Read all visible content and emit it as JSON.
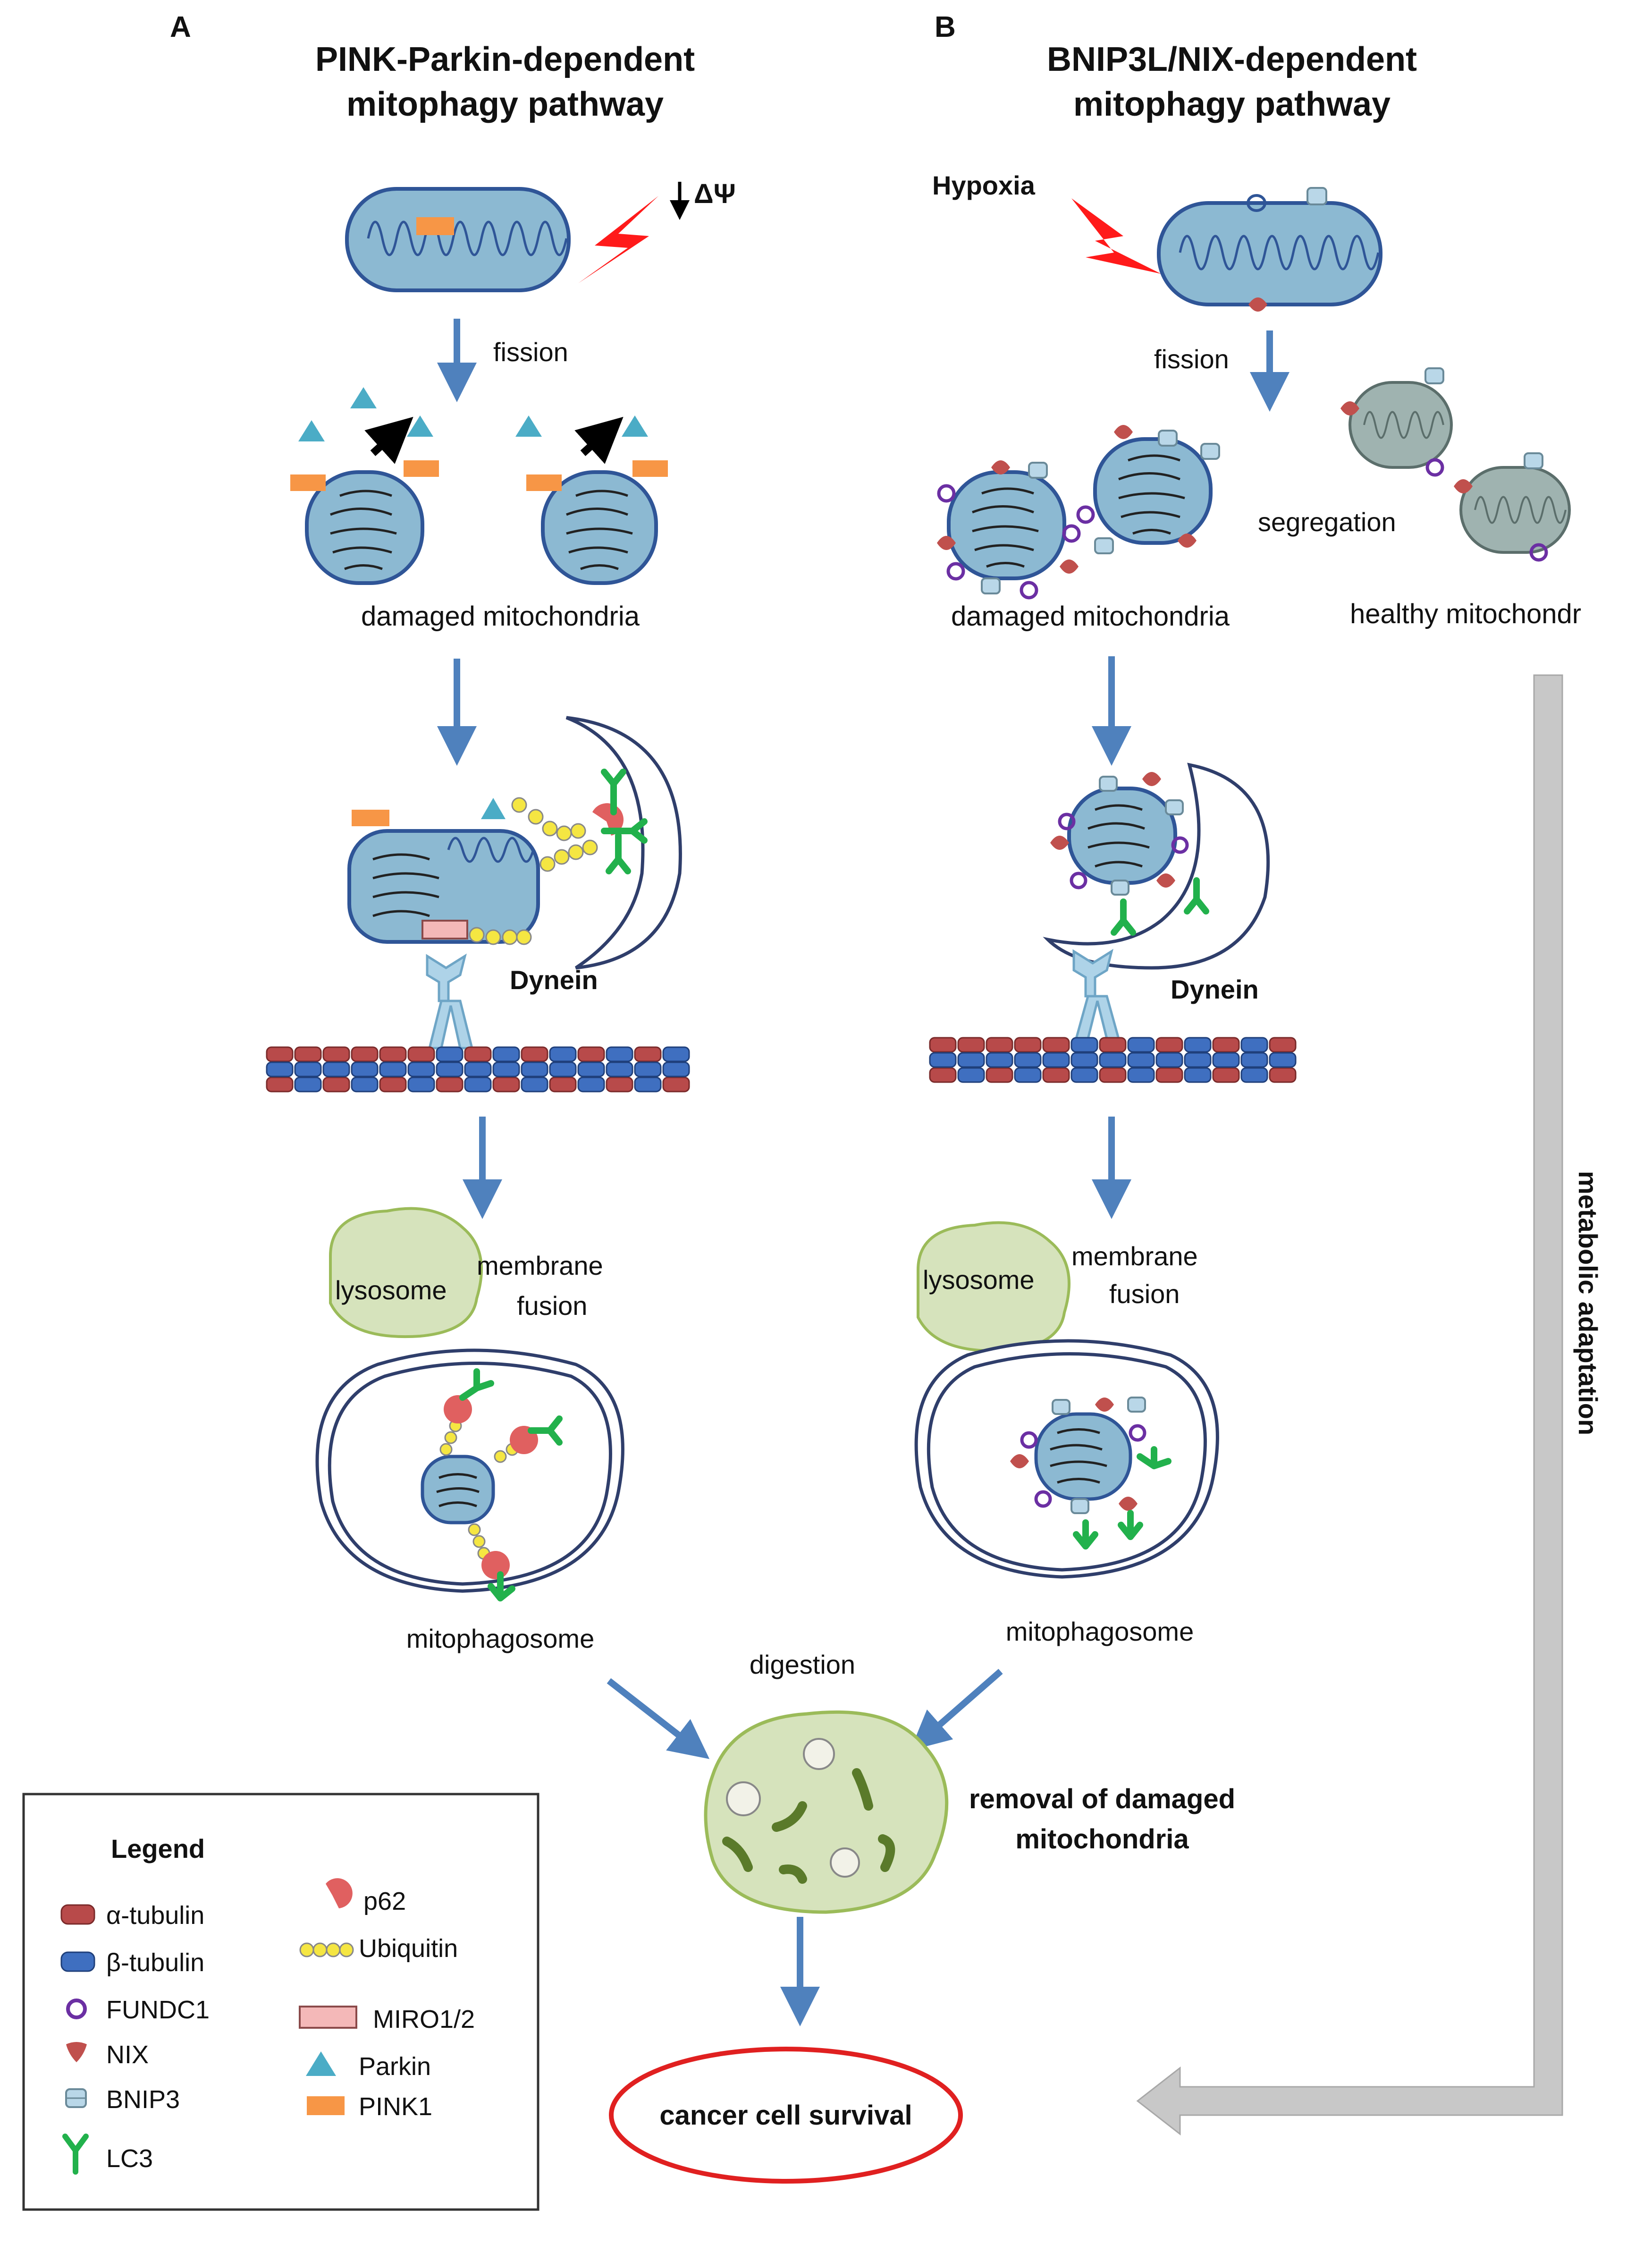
{
  "panel_a": {
    "letter": "A",
    "title_line1": "PINK-Parkin-dependent",
    "title_line2": "mitophagy pathway",
    "potential": "ΔΨ",
    "fission": "fission",
    "damaged": "damaged mitochondria",
    "dynein": "Dynein",
    "lysosome": "lysosome",
    "fusion_line1": "membrane",
    "fusion_line2": "fusion",
    "mitophagosome": "mitophagosome"
  },
  "panel_b": {
    "letter": "B",
    "title_line1": "BNIP3L/NIX-dependent",
    "title_line2": "mitophagy pathway",
    "hypoxia": "Hypoxia",
    "fission": "fission",
    "segregation": "segregation",
    "damaged": "damaged mitochondria",
    "healthy": "healthy mitochondr",
    "dynein": "Dynein",
    "lysosome": "lysosome",
    "fusion_line1": "membrane",
    "fusion_line2": "fusion",
    "mitophagosome": "mitophagosome",
    "metabolic": "metabolic adaptation"
  },
  "bottom": {
    "digestion": "digestion",
    "removal_line1": "removal of damaged",
    "removal_line2": "mitochondria",
    "survival": "cancer cell survival"
  },
  "legend": {
    "title": "Legend",
    "items": [
      {
        "label": "α-tubulin",
        "icon": "alpha-tubulin-icon",
        "color": "#b84a4a"
      },
      {
        "label": "β-tubulin",
        "icon": "beta-tubulin-icon",
        "color": "#3f6fc0"
      },
      {
        "label": "FUNDC1",
        "icon": "fundc1-icon",
        "color": "#6b2fa3"
      },
      {
        "label": "NIX",
        "icon": "nix-icon",
        "color": "#c0504d"
      },
      {
        "label": "BNIP3",
        "icon": "bnip3-icon",
        "color": "#b9d7e8"
      },
      {
        "label": "LC3",
        "icon": "lc3-icon",
        "color": "#22b14c"
      },
      {
        "label": "p62",
        "icon": "p62-icon",
        "color": "#e06060"
      },
      {
        "label": "Ubiquitin",
        "icon": "ubiquitin-icon",
        "color": "#f5e642"
      },
      {
        "label": "MIRO1/2",
        "icon": "miro-icon",
        "color": "#f4b8b8"
      },
      {
        "label": "Parkin",
        "icon": "parkin-icon",
        "color": "#4bacc6"
      },
      {
        "label": "PINK1",
        "icon": "pink1-icon",
        "color": "#f79646"
      }
    ]
  },
  "colors": {
    "arrow": "#4f81bd",
    "mito_fill": "#8cb9d2",
    "mito_stroke": "#2f5597",
    "healthy_fill": "#9fb3b0",
    "lysosome_fill": "#d6e3bc",
    "survival_stroke": "#e02020",
    "metabolic_arrow": "#c8c8c8",
    "lightning": "#ff1a1a"
  }
}
